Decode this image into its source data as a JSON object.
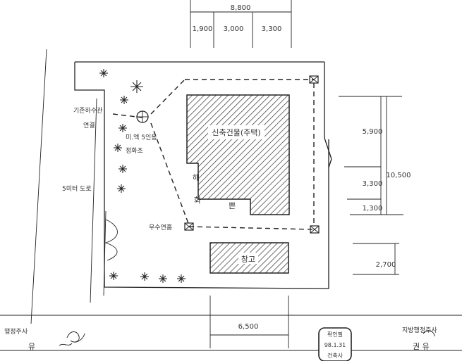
{
  "dimensions": {
    "top_total": "8,800",
    "top_segments": [
      "1,900",
      "3,000",
      "3,300"
    ],
    "right_segments": [
      "5,900",
      "3,300",
      "1,300"
    ],
    "right_total": "10,500",
    "right_lower": "2,700",
    "bottom": "6,500"
  },
  "labels": {
    "sewer_connection_1": "기존하수관",
    "sewer_connection_2": "연결",
    "septic_1": "미.엑 5인용",
    "septic_2": "정화조",
    "road": "5미터 도로",
    "main_building": "신축건물(주택)",
    "haewha_1": "해",
    "haewha_2": "화",
    "haewha_3": "쁜",
    "rain_pipe": "우수연홈",
    "warehouse": "창고"
  },
  "footer": {
    "left_office": "행정주사",
    "left_name": "유",
    "stamp_top": "확인필",
    "stamp_mid": "98.1.31",
    "stamp_bottom": "건축사",
    "right_office": "지방행정주사",
    "right_name": "권 유"
  },
  "colors": {
    "line": "#222222",
    "hatch": "#333333",
    "background": "#ffffff"
  }
}
